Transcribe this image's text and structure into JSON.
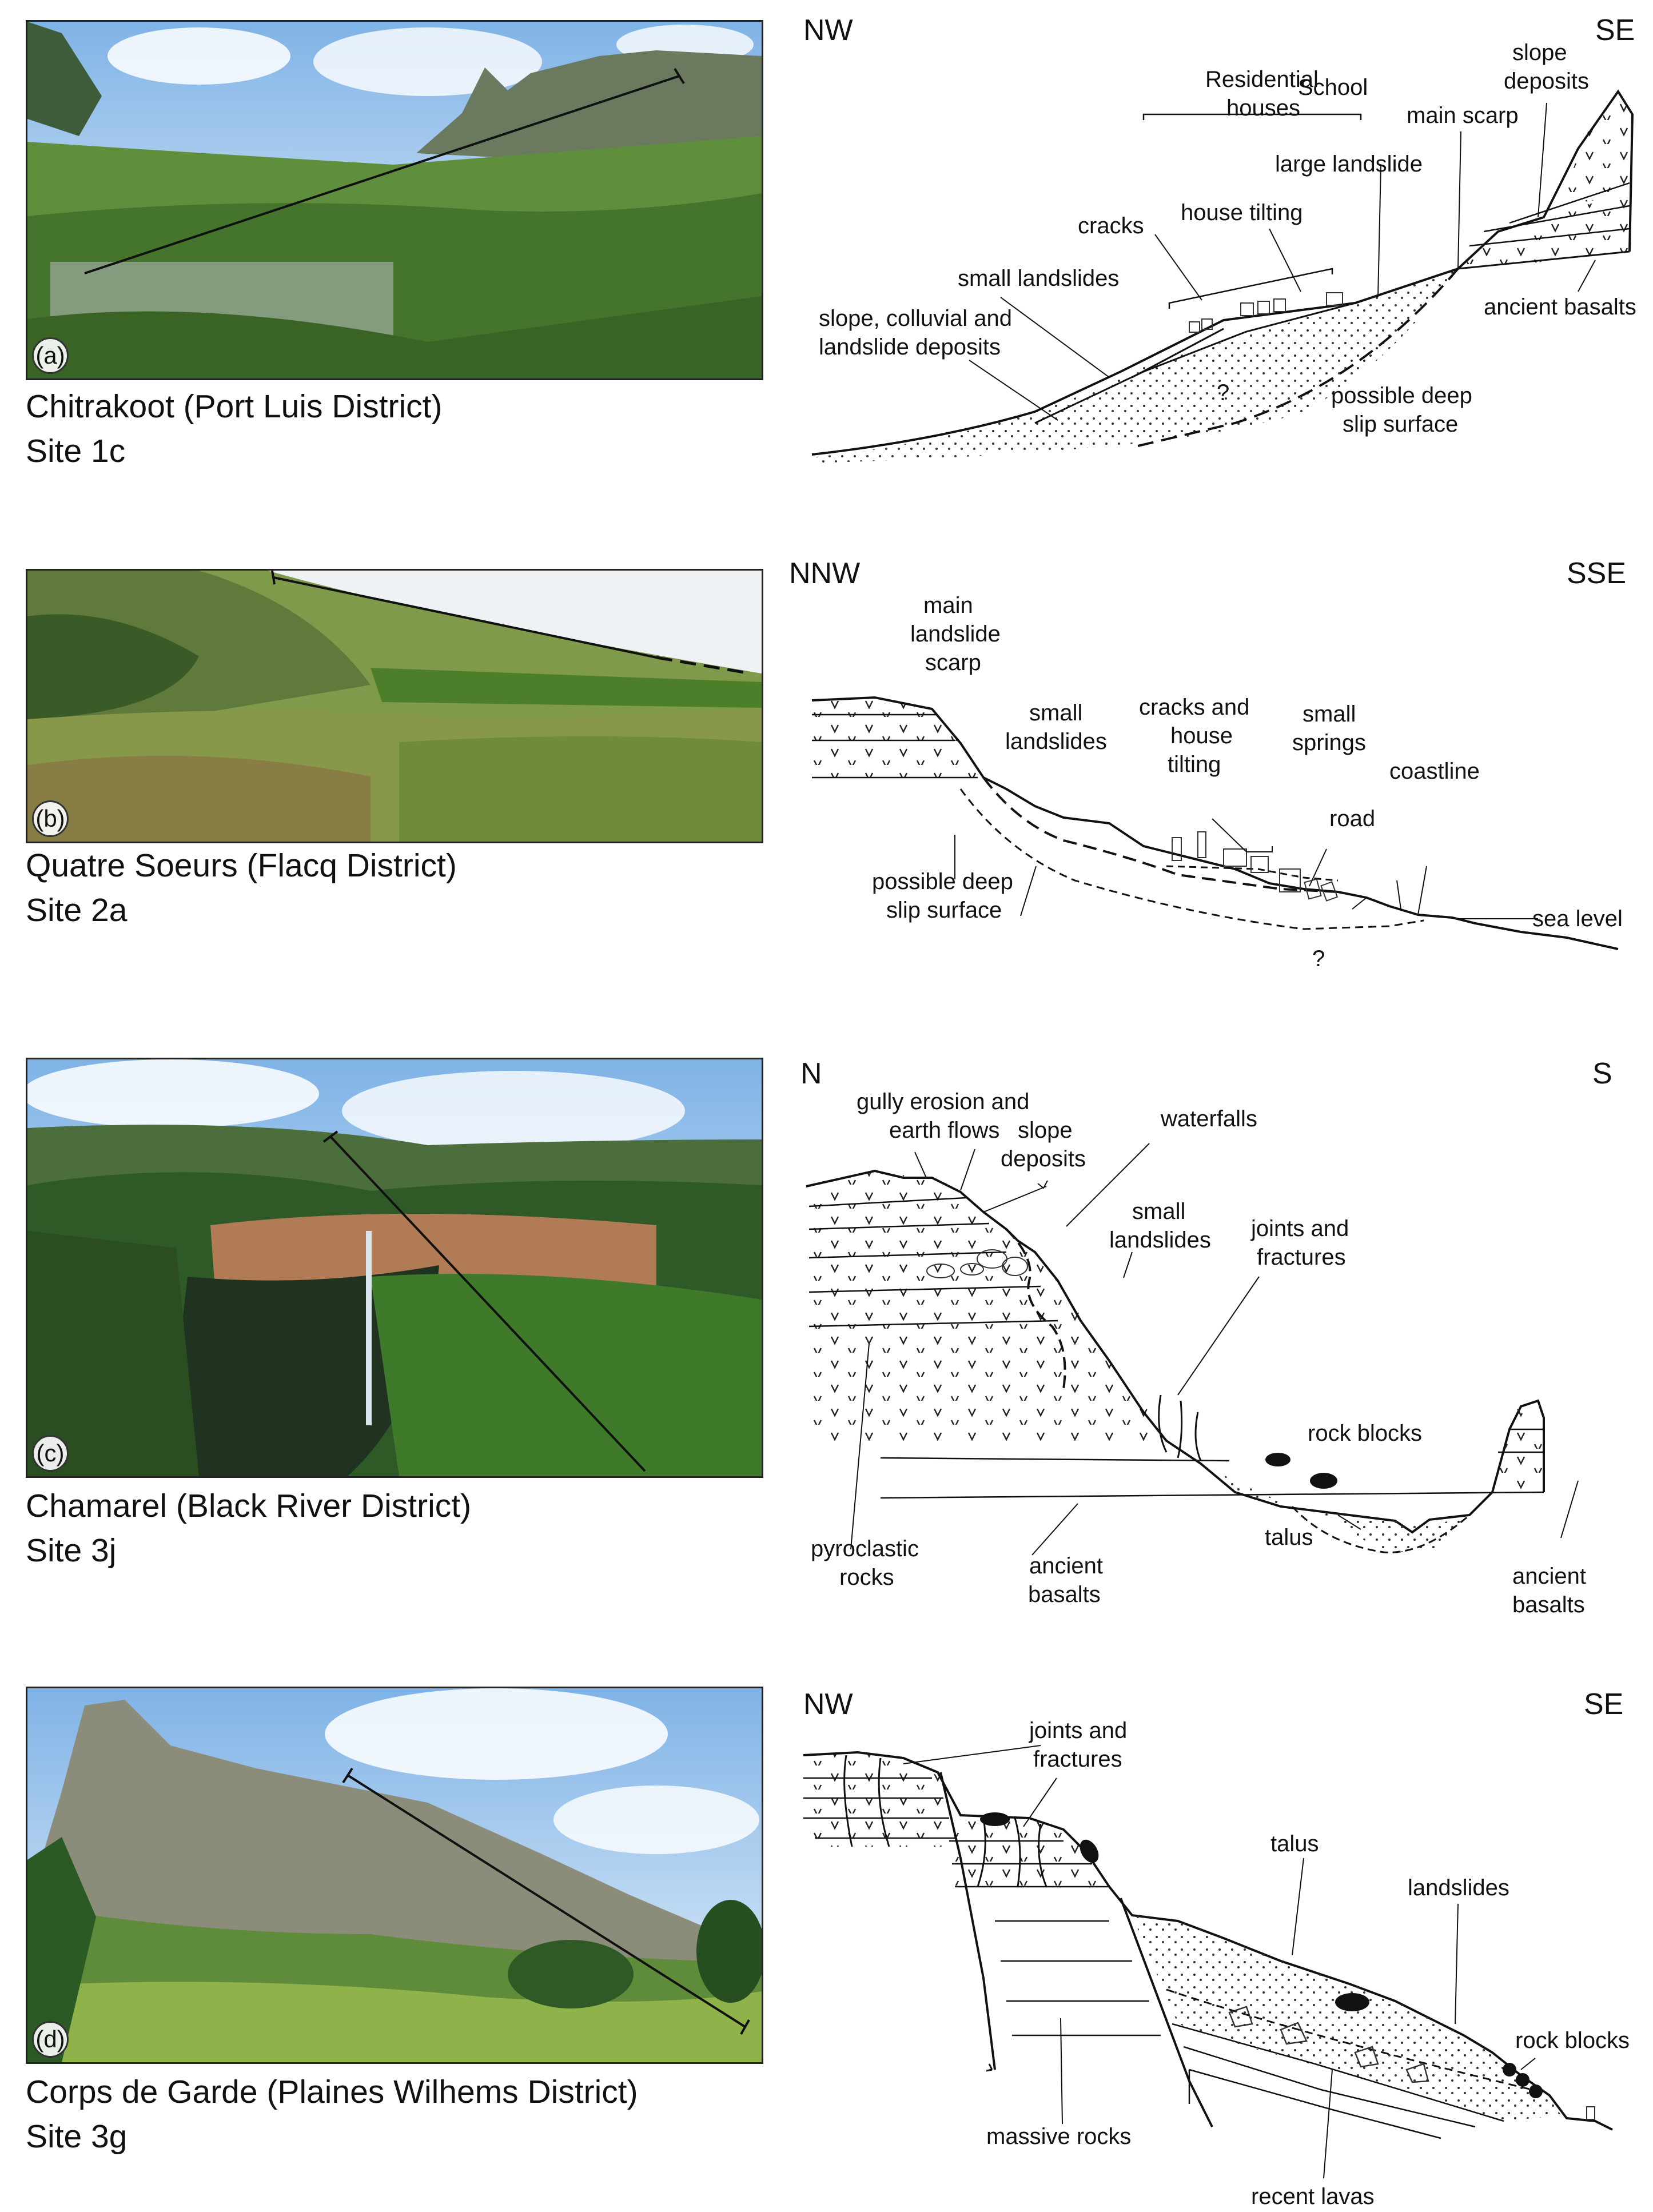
{
  "panels": [
    {
      "letter": "(a)",
      "location": "Chitrakoot (Port Luis District)",
      "site": "Site 1c",
      "dir_left": "NW",
      "dir_right": "SE",
      "labels": {
        "residential_1": "Residential",
        "residential_2": "houses",
        "school": "School",
        "slope_deposits_1": "slope",
        "slope_deposits_2": "deposits",
        "main_scarp": "main scarp",
        "large_landslide": "large landslide",
        "house_tilting": "house tilting",
        "cracks": "cracks",
        "small_landslides": "small landslides",
        "colluvial_1": "slope, colluvial and",
        "colluvial_2": "landslide deposits",
        "ancient_basalts": "ancient basalts",
        "question": "?",
        "deep_slip_1": "possible deep",
        "deep_slip_2": "slip surface"
      }
    },
    {
      "letter": "(b)",
      "location": "Quatre Soeurs (Flacq District)",
      "site": "Site 2a",
      "dir_left": "NNW",
      "dir_right": "SSE",
      "labels": {
        "main_scarp_1": "main",
        "main_scarp_2": "landslide",
        "main_scarp_3": "scarp",
        "small_landslides_1": "small",
        "small_landslides_2": "landslides",
        "cracks_1": "cracks and",
        "cracks_2": "house",
        "cracks_3": "tilting",
        "springs_1": "small",
        "springs_2": "springs",
        "coastline": "coastline",
        "road": "road",
        "sea_level": "sea level",
        "deep_slip_1": "possible deep",
        "deep_slip_2": "slip surface",
        "question": "?"
      }
    },
    {
      "letter": "(c)",
      "location": "Chamarel (Black River District)",
      "site": "Site 3j",
      "dir_left": "N",
      "dir_right": "S",
      "labels": {
        "gully_1": "gully erosion and",
        "gully_2": "earth flows",
        "slope_deposits_1": "slope",
        "slope_deposits_2": "deposits",
        "waterfalls": "waterfalls",
        "small_landslides_1": "small",
        "small_landslides_2": "landslides",
        "joints_1": "joints and",
        "joints_2": "fractures",
        "rock_blocks": "rock blocks",
        "talus": "talus",
        "pyroclastic_1": "pyroclastic",
        "pyroclastic_2": "rocks",
        "ancient_basalts_1": "ancient",
        "ancient_basalts_2": "basalts",
        "ancient_basalts_r1": "ancient",
        "ancient_basalts_r2": "basalts"
      }
    },
    {
      "letter": "(d)",
      "location": "Corps de Garde (Plaines Wilhems District)",
      "site": "Site 3g",
      "dir_left": "NW",
      "dir_right": "SE",
      "labels": {
        "joints_1": "joints and",
        "joints_2": "fractures",
        "talus": "talus",
        "landslides": "landslides",
        "rock_blocks": "rock blocks",
        "massive_rocks": "massive rocks",
        "recent_lavas": "recent lavas"
      }
    }
  ]
}
